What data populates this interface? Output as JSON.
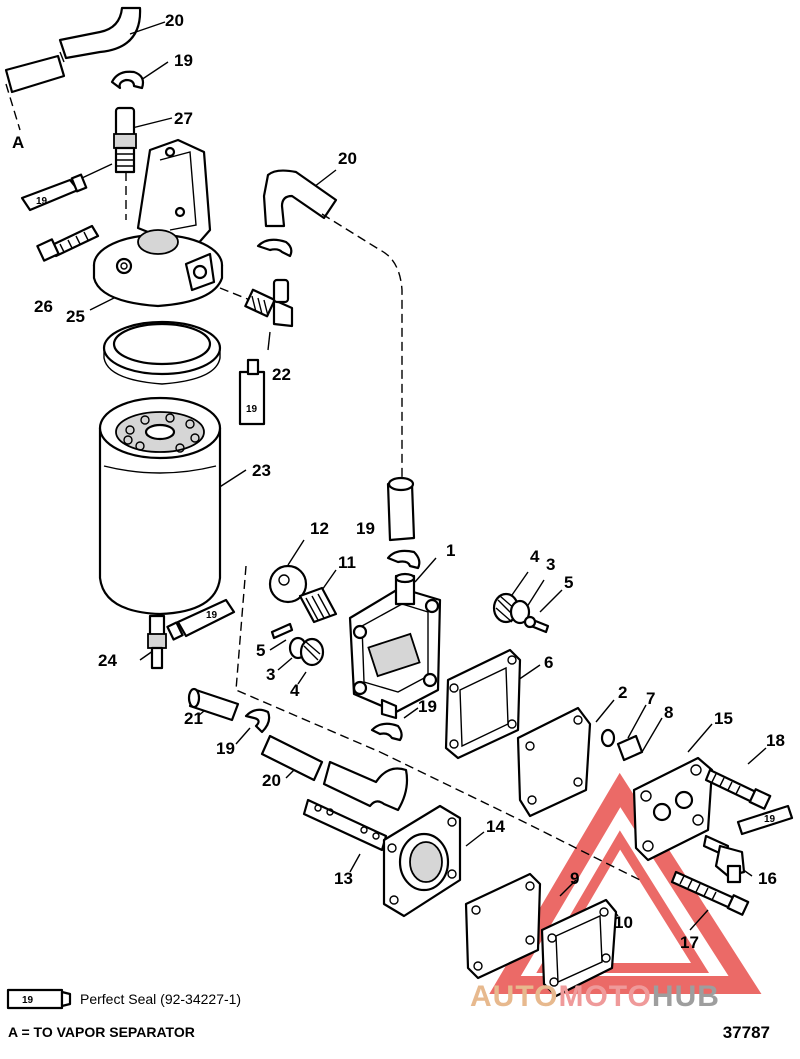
{
  "diagram": {
    "callouts": [
      "20",
      "19",
      "27",
      "20",
      "A",
      "25",
      "26",
      "22",
      "23",
      "12",
      "11",
      "19",
      "1",
      "4",
      "3",
      "5",
      "6",
      "5",
      "3",
      "4",
      "19",
      "21",
      "19",
      "20",
      "2",
      "7",
      "8",
      "15",
      "18",
      "14",
      "13",
      "9",
      "10",
      "16",
      "17",
      "24",
      "19"
    ],
    "tube_label": "19"
  },
  "legend": {
    "tube_label": "19",
    "perfect_seal": "Perfect Seal (92-34227-1)",
    "a_note": "A = TO VAPOR SEPARATOR"
  },
  "figure_number": "37787",
  "watermark": {
    "part1": "AUTO",
    "part2": "MOTO",
    "part3": "HUB",
    "colors": {
      "auto": "#e7b98e",
      "moto": "#ef9a9a",
      "hub": "#9e9e9e",
      "triangle": "#e53935"
    }
  }
}
